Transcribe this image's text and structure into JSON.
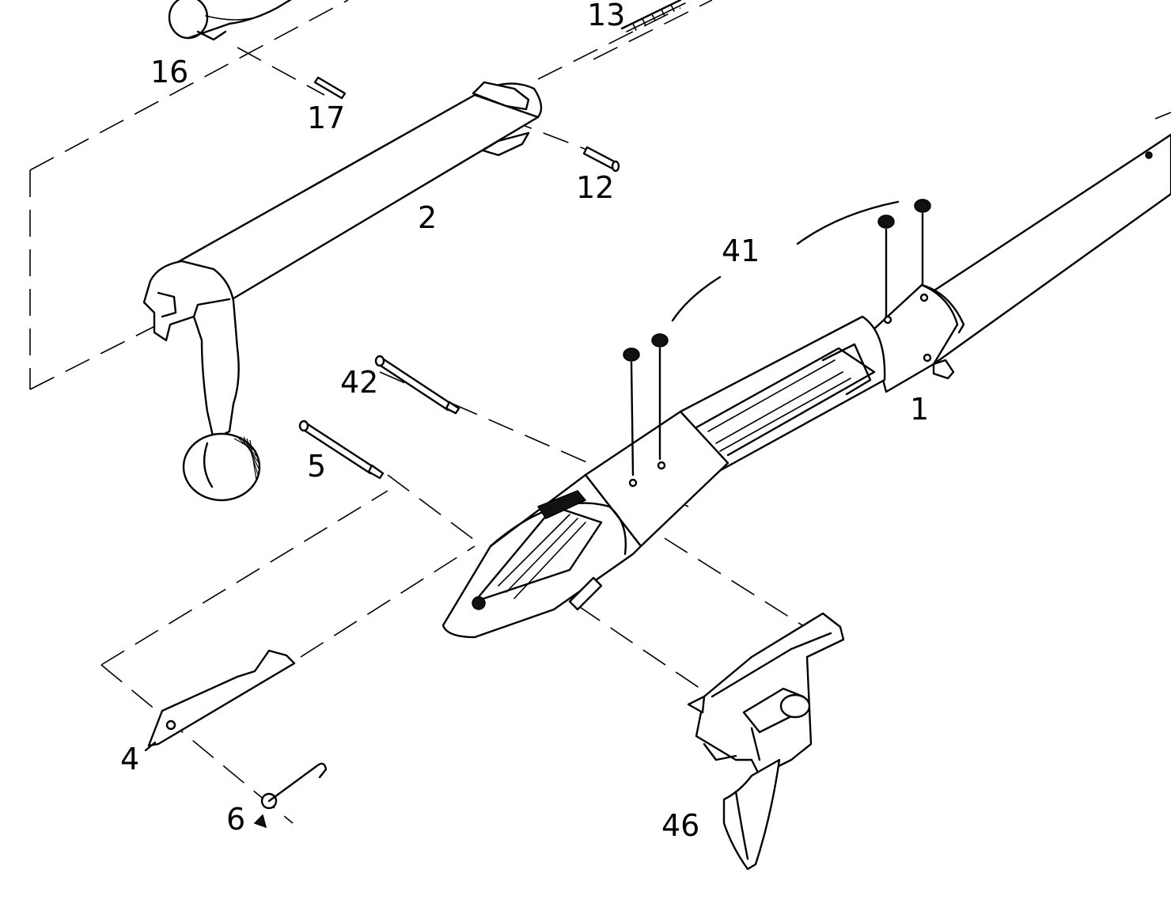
{
  "labels": {
    "l1": "1",
    "l2": "2",
    "l4": "4",
    "l5": "5",
    "l6": "6",
    "l12": "12",
    "l13": "13",
    "l16": "16",
    "l17": "17",
    "l41": "41",
    "l42": "42",
    "l46": "46"
  }
}
